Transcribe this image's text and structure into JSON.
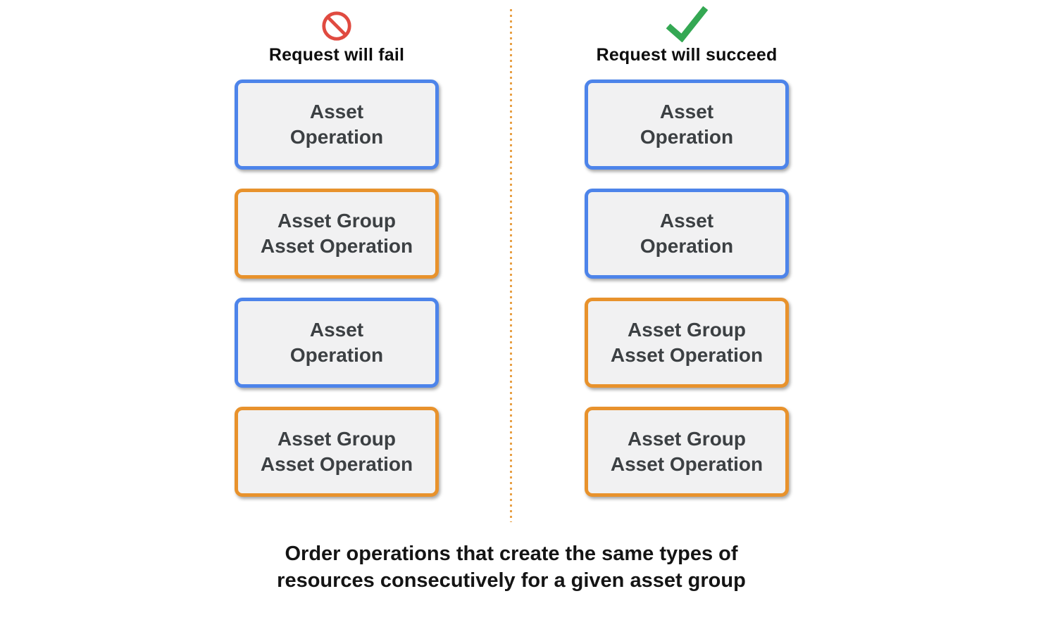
{
  "columns": [
    {
      "id": "fail",
      "icon": "prohibition-icon",
      "title": "Request will fail",
      "boxes": [
        {
          "lines": [
            "Asset",
            "Operation"
          ],
          "color": "blue"
        },
        {
          "lines": [
            "Asset Group",
            "Asset Operation"
          ],
          "color": "orange"
        },
        {
          "lines": [
            "Asset",
            "Operation"
          ],
          "color": "blue"
        },
        {
          "lines": [
            "Asset Group",
            "Asset Operation"
          ],
          "color": "orange"
        }
      ]
    },
    {
      "id": "succeed",
      "icon": "check-icon",
      "title": "Request will succeed",
      "boxes": [
        {
          "lines": [
            "Asset",
            "Operation"
          ],
          "color": "blue"
        },
        {
          "lines": [
            "Asset",
            "Operation"
          ],
          "color": "blue"
        },
        {
          "lines": [
            "Asset Group",
            "Asset Operation"
          ],
          "color": "orange"
        },
        {
          "lines": [
            "Asset Group",
            "Asset Operation"
          ],
          "color": "orange"
        }
      ]
    }
  ],
  "caption": {
    "line1": "Order operations that create the same types of",
    "line2": "resources consecutively for a given asset group"
  },
  "colors": {
    "blue_border": "#4D84EA",
    "orange_border": "#E8922C",
    "box_bg": "#F1F1F2",
    "box_text": "#3C4043",
    "fail_icon": "#E04A40",
    "success_icon": "#34A853",
    "divider": "#E8A045"
  }
}
